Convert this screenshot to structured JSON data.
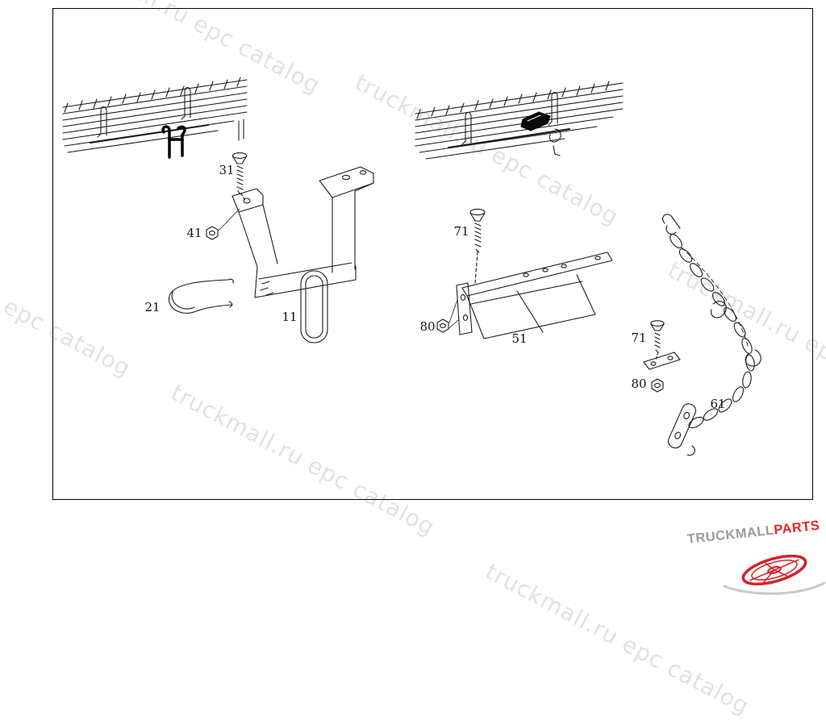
{
  "watermark": {
    "text": "truckmall.ru epc catalog"
  },
  "diagram": {
    "parts": [
      {
        "label": "31"
      },
      {
        "label": "41"
      },
      {
        "label": "21"
      },
      {
        "label": "11"
      },
      {
        "label": "71"
      },
      {
        "label": "80"
      },
      {
        "label": "51"
      },
      {
        "label": "71"
      },
      {
        "label": "80"
      },
      {
        "label": "61"
      }
    ]
  },
  "logo": {
    "brand": "TRUCKMALL",
    "suffix": "PARTS",
    "brand_color": "#9b9b9b",
    "suffix_color": "#e8232a",
    "wheel_color": "#d42229"
  }
}
